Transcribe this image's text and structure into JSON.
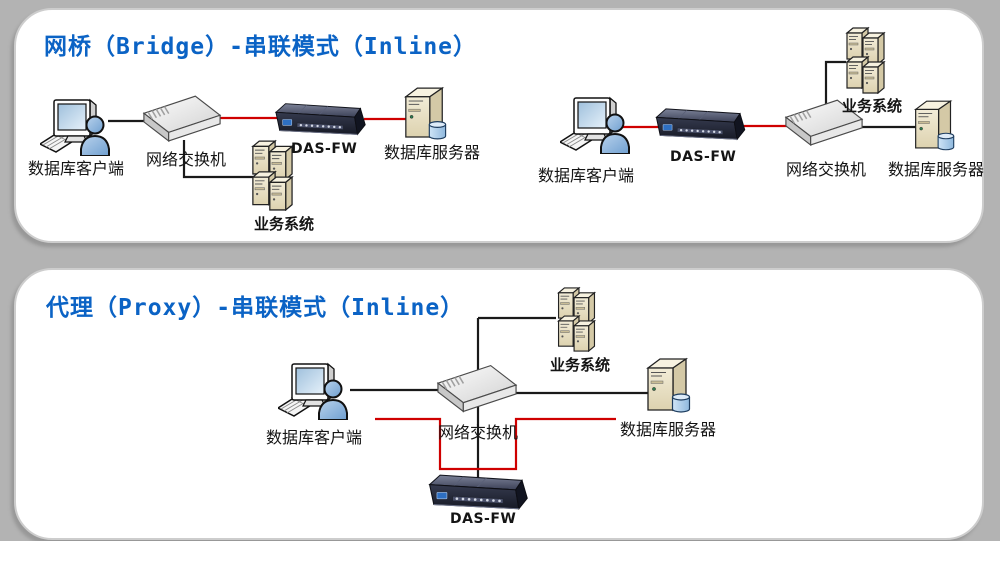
{
  "colors": {
    "background": "#b3b3b3",
    "panel": "#ffffff",
    "panel_border": "#cdcdcd",
    "title_blue": "#0b63c5",
    "line_black": "#1a1a1a",
    "line_red": "#cf0000",
    "server_beige": "#ece4c8",
    "appliance_navy": "#232839",
    "person_blue": "#89aed8"
  },
  "panels": [
    {
      "title": "网桥（Bridge）-串联模式（Inline）"
    },
    {
      "title": "代理（Proxy）-串联模式（Inline）"
    }
  ],
  "diagrams": [
    {
      "name": "bridge-left",
      "client": "数据库客户端",
      "switch": "网络交换机",
      "firewall": "DAS-FW",
      "business": "业务系统",
      "dbserver": "数据库服务器",
      "connections": [
        {
          "from": "client",
          "to": "switch",
          "color": "black"
        },
        {
          "from": "switch",
          "to": "firewall",
          "color": "red"
        },
        {
          "from": "firewall",
          "to": "dbserver",
          "color": "red"
        },
        {
          "from": "switch",
          "to": "business",
          "color": "black"
        }
      ]
    },
    {
      "name": "bridge-right",
      "client": "数据库客户端",
      "firewall": "DAS-FW",
      "switch": "网络交换机",
      "business": "业务系统",
      "dbserver": "数据库服务器",
      "connections": [
        {
          "from": "client",
          "to": "firewall",
          "color": "red"
        },
        {
          "from": "firewall",
          "to": "switch",
          "color": "red"
        },
        {
          "from": "switch",
          "to": "dbserver",
          "color": "black"
        },
        {
          "from": "switch",
          "to": "business",
          "color": "black"
        }
      ]
    },
    {
      "name": "proxy",
      "client": "数据库客户端",
      "switch": "网络交换机",
      "business": "业务系统",
      "dbserver": "数据库服务器",
      "firewall": "DAS-FW",
      "connections": [
        {
          "from": "client",
          "to": "switch",
          "color": "black"
        },
        {
          "from": "switch",
          "to": "dbserver",
          "color": "black"
        },
        {
          "from": "switch",
          "to": "business",
          "color": "black"
        },
        {
          "from": "switch",
          "to": "firewall",
          "color": "black"
        },
        {
          "from": "client",
          "to": "firewall",
          "color": "red"
        },
        {
          "from": "firewall",
          "to": "dbserver",
          "color": "red"
        }
      ]
    }
  ]
}
